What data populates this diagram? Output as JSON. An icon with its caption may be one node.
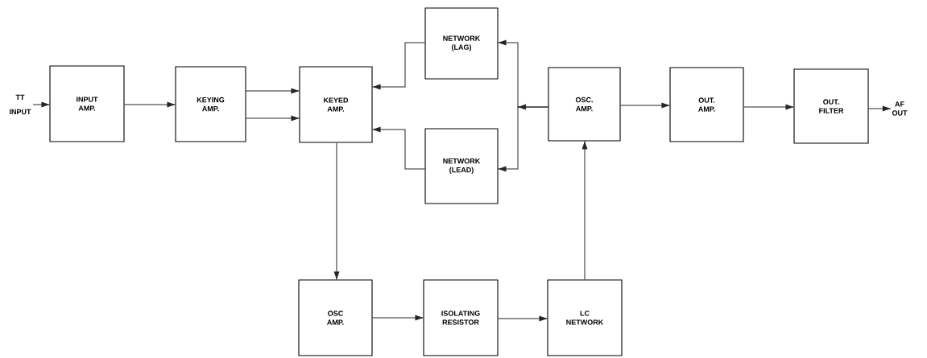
{
  "diagram": {
    "nodes": [
      {
        "text": [
          "TT",
          "INPUT"
        ]
      },
      {
        "text": [
          "INPUT AMP."
        ]
      },
      {
        "text": [
          "KEYING AMP."
        ]
      },
      {
        "text": [
          "KEYED AMP."
        ]
      },
      {
        "text": [
          "NETWORK (LAG)"
        ]
      },
      {
        "text": [
          "NETWORK (LEAD)"
        ]
      },
      {
        "text": [
          "OSC. AMP."
        ]
      },
      {
        "text": [
          "OUT. AMP."
        ]
      },
      {
        "text": [
          "OUT. FILTER"
        ]
      },
      {
        "text": [
          "AF OUT"
        ]
      },
      {
        "text": [
          "OSC AMP."
        ]
      },
      {
        "text": [
          "ISOLATING RESISTOR"
        ]
      },
      {
        "text": [
          "LC NETWORK"
        ]
      }
    ],
    "edges": [
      {
        "from": 0,
        "to": 1,
        "arrow": "to"
      },
      {
        "from": 1,
        "to": 2,
        "arrow": "to"
      },
      {
        "from": 2,
        "to": 3,
        "arrow": "to"
      },
      {
        "from": 2,
        "to": 3,
        "arrow": "to"
      },
      {
        "from": 4,
        "to": 3,
        "arrow": "to"
      },
      {
        "from": 5,
        "to": 3,
        "arrow": "to"
      },
      {
        "from": 6,
        "to": 4,
        "arrow": "to"
      },
      {
        "from": 6,
        "to": 5,
        "arrow": "to"
      },
      {
        "from": 6,
        "to": 7,
        "arrow": "to"
      },
      {
        "from": 7,
        "to": 8,
        "arrow": "to"
      },
      {
        "from": 8,
        "to": 9,
        "arrow": "to"
      },
      {
        "from": 3,
        "to": 10,
        "arrow": "to"
      },
      {
        "from": 10,
        "to": 11,
        "arrow": "to"
      },
      {
        "from": 11,
        "to": 12,
        "arrow": "to"
      },
      {
        "from": 12,
        "to": 6,
        "arrow": "to"
      }
    ]
  }
}
